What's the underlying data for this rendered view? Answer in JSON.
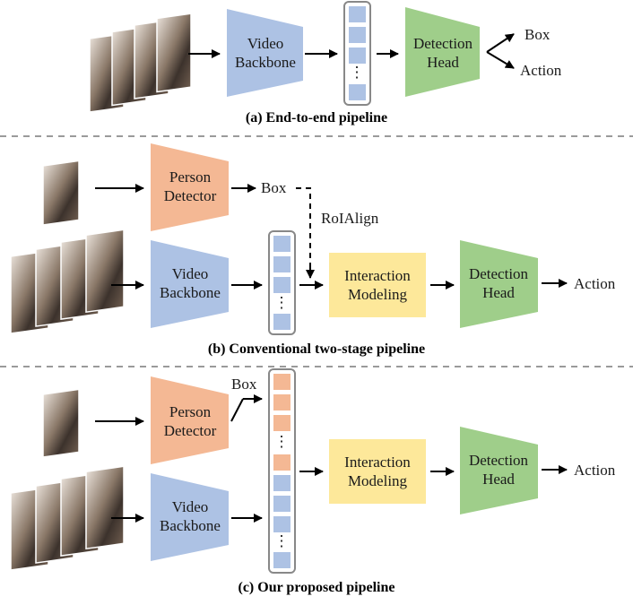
{
  "panel_a": {
    "caption": "(a) End-to-end pipeline",
    "backbone": [
      "Video",
      "Backbone"
    ],
    "head": [
      "Detection",
      "Head"
    ],
    "out_box": "Box",
    "out_action": "Action",
    "ellipsis": "⋮"
  },
  "panel_b": {
    "caption": "(b) Conventional two-stage pipeline",
    "detector": [
      "Person",
      "Detector"
    ],
    "box": "Box",
    "roialign": "RoIAlign",
    "backbone": [
      "Video",
      "Backbone"
    ],
    "interaction": [
      "Interaction",
      "Modeling"
    ],
    "head": [
      "Detection",
      "Head"
    ],
    "out_action": "Action",
    "ellipsis": "⋮"
  },
  "panel_c": {
    "caption": "(c) Our proposed pipeline",
    "detector": [
      "Person",
      "Detector"
    ],
    "box": "Box",
    "backbone": [
      "Video",
      "Backbone"
    ],
    "interaction": [
      "Interaction",
      "Modeling"
    ],
    "head": [
      "Detection",
      "Head"
    ],
    "out_action": "Action",
    "ellipsis": "⋮"
  },
  "colors": {
    "backbone": "#adc2e4",
    "detector": "#f4b894",
    "interaction": "#fde89a",
    "head": "#9fce8a",
    "feature_blue": "#adc2e4",
    "feature_orange": "#f4b894"
  }
}
